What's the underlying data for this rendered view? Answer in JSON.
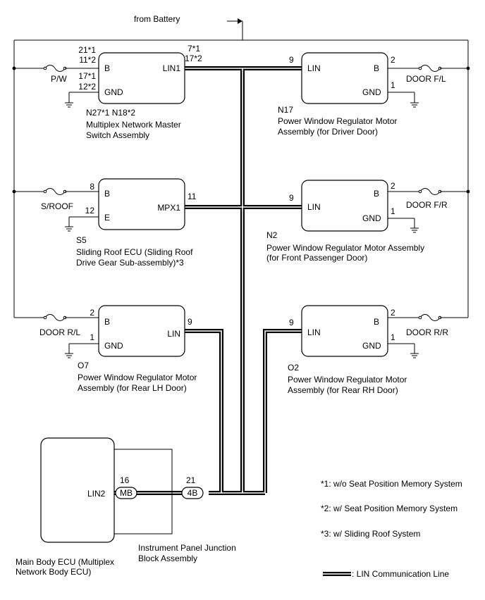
{
  "battery_label": "from Battery",
  "master": {
    "pin_b_nums": [
      "21*1",
      "11*2"
    ],
    "pin_gnd_nums": [
      "17*1",
      "12*2"
    ],
    "pin_lin_nums": [
      "7*1",
      "17*2"
    ],
    "b": "B",
    "gnd": "GND",
    "lin": "LIN1",
    "fuse": "P/W",
    "connector": "N27*1 N18*2",
    "name_lines": [
      "Multiplex Network Master",
      "Switch Assembly"
    ]
  },
  "sliding_roof": {
    "pin_b": "8",
    "pin_e": "12",
    "pin_mpx": "11",
    "b": "B",
    "e": "E",
    "mpx": "MPX1",
    "fuse": "S/ROOF",
    "connector": "S5",
    "name_lines": [
      "Sliding Roof ECU (Sliding Roof",
      "Drive Gear Sub-assembly)*3"
    ]
  },
  "rear_lh": {
    "pin_b": "2",
    "pin_gnd": "1",
    "pin_lin": "9",
    "b": "B",
    "gnd": "GND",
    "lin": "LIN",
    "fuse": "DOOR R/L",
    "connector": "O7",
    "name_lines": [
      "Power Window Regulator Motor",
      "Assembly (for Rear LH Door)"
    ]
  },
  "driver": {
    "pin_lin": "9",
    "pin_b": "2",
    "pin_gnd": "1",
    "lin": "LIN",
    "b": "B",
    "gnd": "GND",
    "fuse": "DOOR F/L",
    "connector": "N17",
    "name_lines": [
      "Power Window Regulator Motor",
      "Assembly (for Driver Door)"
    ]
  },
  "front_pass": {
    "pin_lin": "9",
    "pin_b": "2",
    "pin_gnd": "1",
    "lin": "LIN",
    "b": "B",
    "gnd": "GND",
    "fuse": "DOOR F/R",
    "connector": "N2",
    "name_lines": [
      "Power Window Regulator Motor Assembly",
      "(for Front Passenger Door)"
    ]
  },
  "rear_rh": {
    "pin_lin": "9",
    "pin_b": "2",
    "pin_gnd": "1",
    "lin": "LIN",
    "b": "B",
    "gnd": "GND",
    "fuse": "DOOR R/R",
    "connector": "O2",
    "name_lines": [
      "Power Window Regulator Motor",
      "Assembly (for Rear RH Door)"
    ]
  },
  "main_body": {
    "lin2": "LIN2",
    "pin_mb": "16",
    "conn_mb": "MB",
    "pin_4b": "21",
    "conn_4b": "4B",
    "name_lines": [
      "Main Body ECU (Multiplex",
      "Network Body ECU)"
    ],
    "junction_lines": [
      "Instrument Panel Junction",
      "Block Assembly"
    ]
  },
  "notes": [
    "*1: w/o Seat Position Memory System",
    "*2: w/ Seat Position Memory System",
    "*3: w/ Sliding Roof System"
  ],
  "legend_label": ": LIN Communication Line"
}
